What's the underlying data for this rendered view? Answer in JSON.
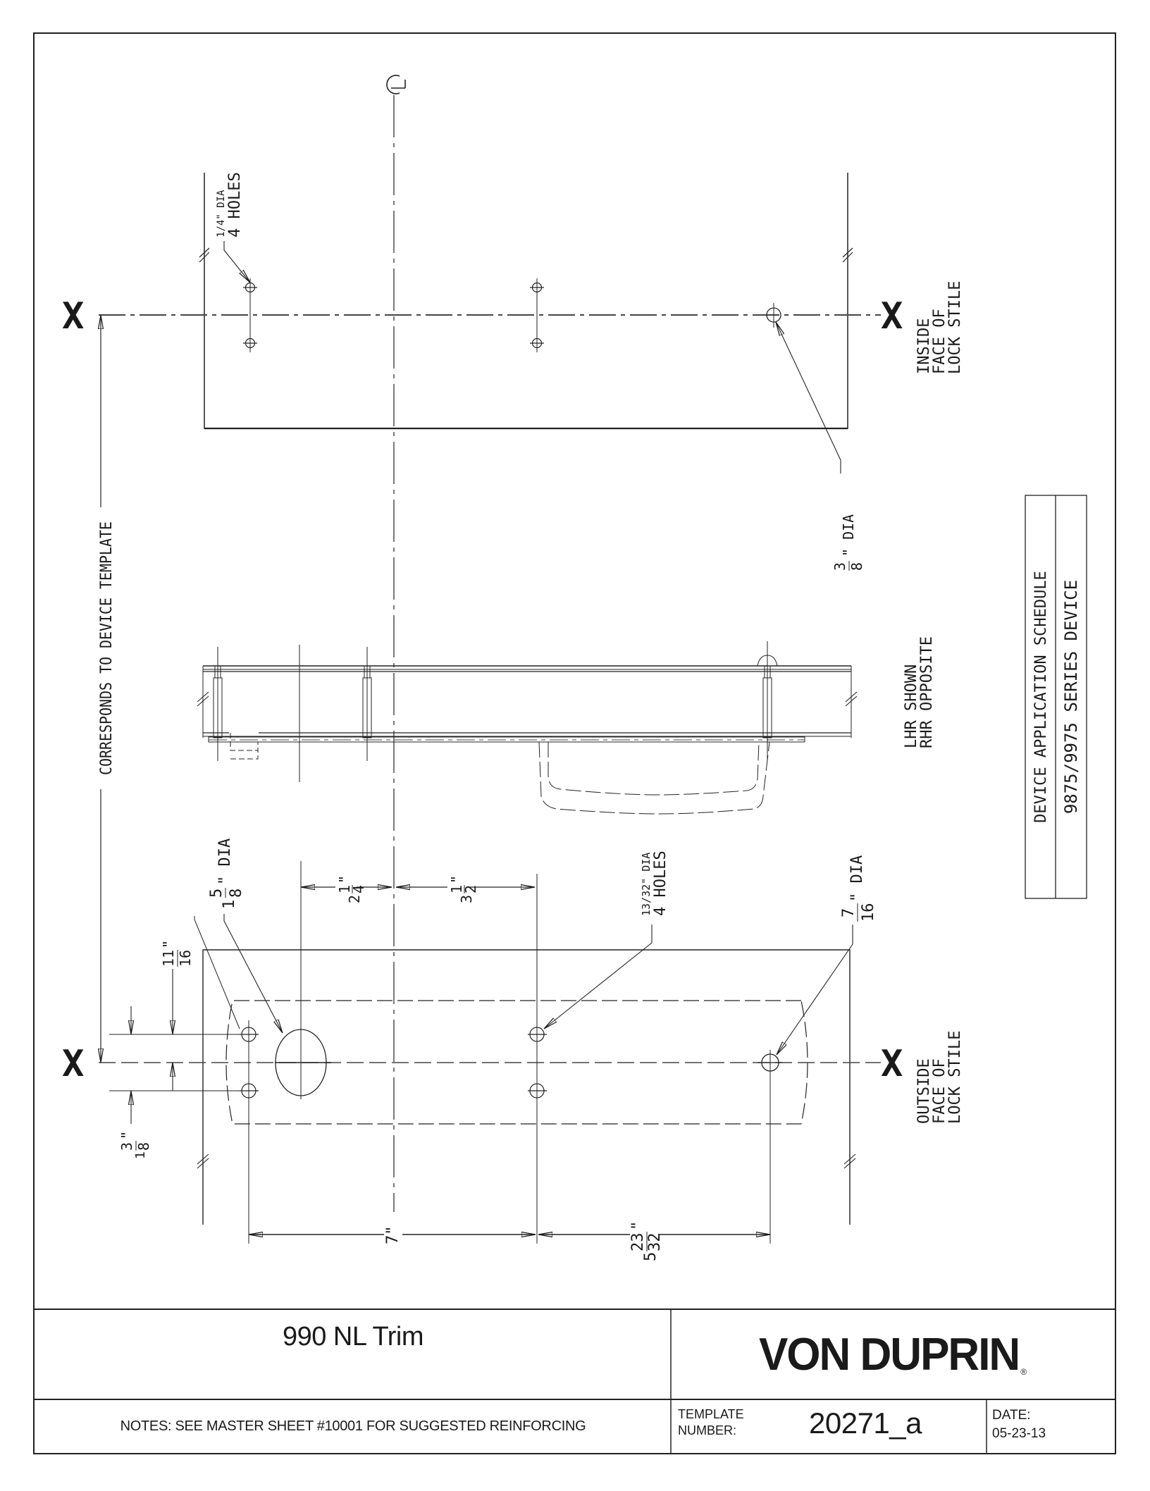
{
  "drawing": {
    "centerline_symbol": "℄",
    "left_dimension_label": "CORRESPONDS TO DEVICE TEMPLATE",
    "inside_face_label": [
      "INSIDE",
      "FACE OF",
      "LOCK STILE"
    ],
    "outside_face_label": [
      "OUTSIDE",
      "FACE OF",
      "LOCK STILE"
    ],
    "handing_note": [
      "LHR SHOWN",
      "RHR OPPOSITE"
    ],
    "upper_holes_callout": [
      "1/4\" DIA",
      "4 HOLES"
    ],
    "upper_single_hole_callout": {
      "whole": "",
      "num": "3",
      "den": "8",
      "suffix": "\" DIA"
    },
    "lower_large_hole_callout": {
      "whole": "1",
      "num": "5",
      "den": "8",
      "suffix": "\" DIA"
    },
    "lower_holes_callout": [
      "13/32\" DIA",
      "4 HOLES"
    ],
    "lower_single_hole_callout": {
      "whole": "",
      "num": "7",
      "den": "16",
      "suffix": "\" DIA"
    },
    "dim_top_left": {
      "whole": "2",
      "num": "1",
      "den": "4",
      "suffix": "\""
    },
    "dim_top_right": {
      "whole": "3",
      "num": "1",
      "den": "2",
      "suffix": "\""
    },
    "dim_vertical_upper": {
      "whole": "",
      "num": "11",
      "den": "16",
      "suffix": "\""
    },
    "dim_vertical_lower": {
      "whole": "1",
      "num": "3",
      "den": "8",
      "suffix": "\""
    },
    "dim_bottom_left": "7\"",
    "dim_bottom_right": {
      "whole": "5",
      "num": "23",
      "den": "32",
      "suffix": "\""
    },
    "x_mark": "X"
  },
  "schedule": {
    "header": "DEVICE APPLICATION SCHEDULE",
    "value": "9875/9975 SERIES DEVICE"
  },
  "title_block": {
    "title": "990 NL Trim",
    "brand": "VON DUPRIN",
    "brand_mark": "®",
    "notes": "NOTES: SEE MASTER SHEET #10001 FOR SUGGESTED REINFORCING",
    "template_label_1": "TEMPLATE",
    "template_label_2": "NUMBER:",
    "template_number": "20271_a",
    "date_label": "DATE:",
    "date_value": "05-23-13"
  }
}
